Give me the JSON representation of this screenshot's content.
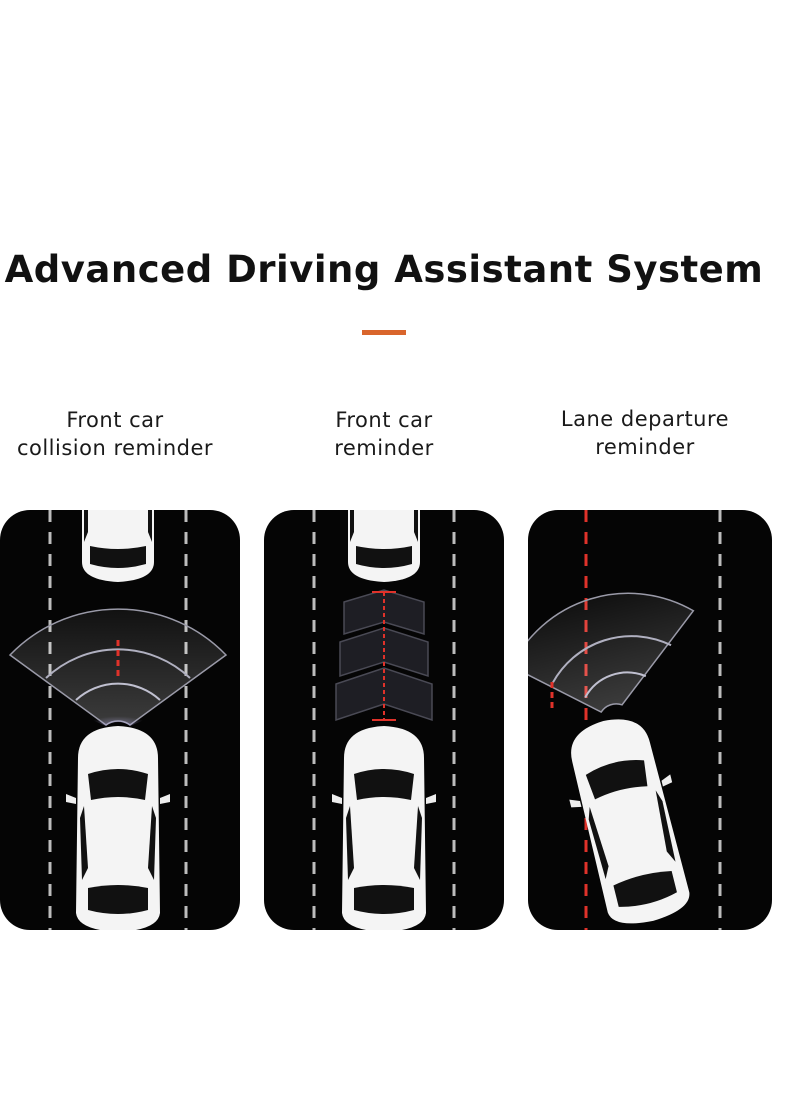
{
  "title": "Advanced Driving Assistant System",
  "colors": {
    "accent": "#d9652c",
    "panel_background": "#050505",
    "lane_marking": "#bdbdbd",
    "warning_red": "#e0322a"
  },
  "features": [
    {
      "line1": "Front car",
      "line2": "collision reminder",
      "icon": "collision-warning-radar-icon"
    },
    {
      "line1": "Front car",
      "line2": "reminder",
      "icon": "following-distance-icon"
    },
    {
      "line1": "Lane departure",
      "line2": "reminder",
      "icon": "lane-departure-icon"
    }
  ]
}
